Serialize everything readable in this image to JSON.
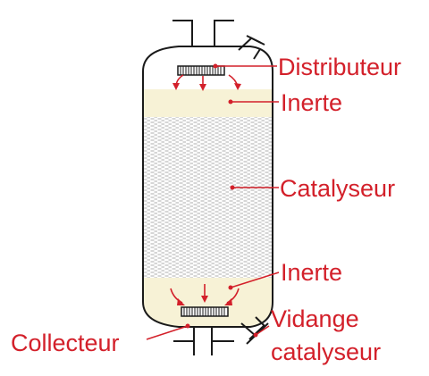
{
  "labels": {
    "distributeur": "Distributeur",
    "inerte_top": "Inerte",
    "catalyseur": "Catalyseur",
    "inerte_bottom": "Inerte",
    "collecteur": "Collecteur",
    "vidange_line1": "Vidange",
    "vidange_line2": "catalyseur"
  },
  "colors": {
    "label_red": "#d3202a",
    "inert_fill": "#f7f2d6",
    "outline": "#1a1a1a",
    "catalyst_dash": "#8a8a8a"
  }
}
